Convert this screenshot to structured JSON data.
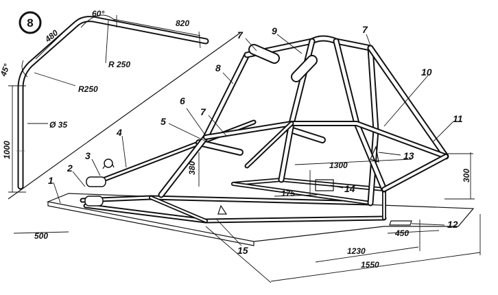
{
  "figure": {
    "badge": "8",
    "detail_dims": {
      "angle_top": "60°",
      "angle_left": "45°",
      "len_480": "480",
      "len_820": "820",
      "radius_top": "R 250",
      "radius_left": "R250",
      "diameter": "Ø 35",
      "height_1000": "1000"
    },
    "dims": {
      "d380": "380",
      "d300": "300",
      "d1300": "1300",
      "d175": "175",
      "d500": "500",
      "d450": "450",
      "d1230": "1230",
      "d1550": "1550"
    },
    "callouts": {
      "c1": "1",
      "c2": "2",
      "c3": "3",
      "c4": "4",
      "c5": "5",
      "c6": "6",
      "c7a": "7",
      "c7b": "7",
      "c7c": "7",
      "c8": "8",
      "c9": "9",
      "c10": "10",
      "c11": "11",
      "c12": "12",
      "c13": "13",
      "c14": "14",
      "c15": "15"
    }
  }
}
